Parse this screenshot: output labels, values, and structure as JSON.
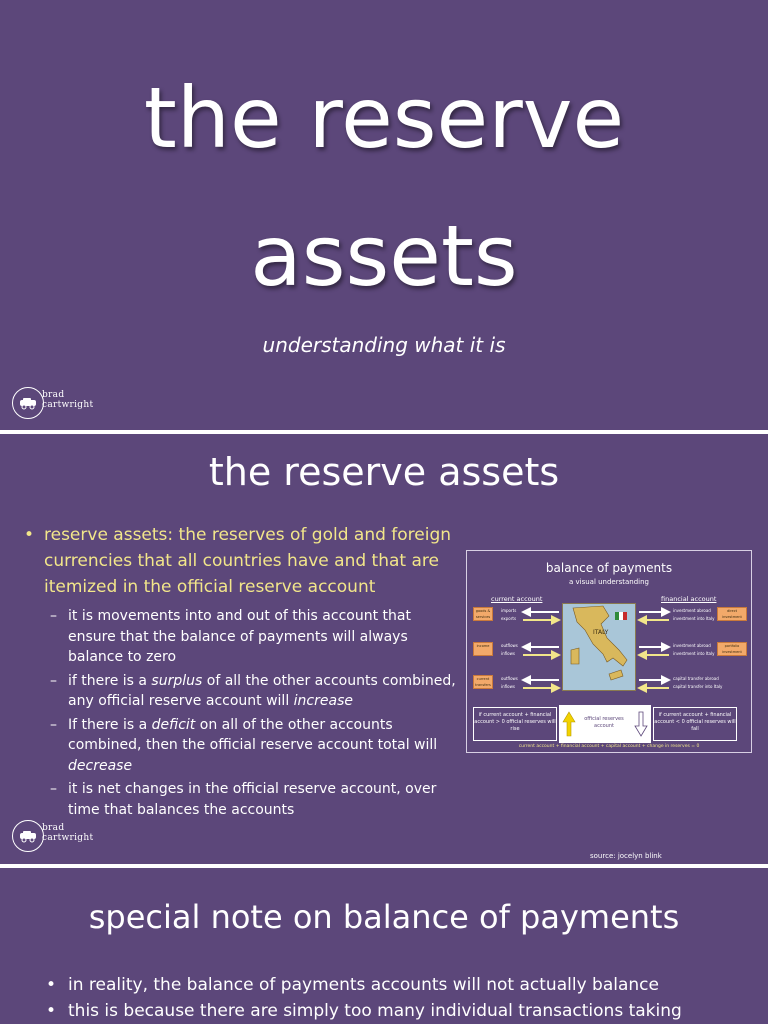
{
  "slide1": {
    "title_line1": "the reserve",
    "title_line2": "assets",
    "subtitle": "understanding what it is",
    "logo": {
      "line1": "brad",
      "line2": "cartwright"
    }
  },
  "slide2": {
    "title": "the reserve assets",
    "main_bullet": "reserve assets:  the reserves of gold and foreign currencies that all countries have and that are itemized in the official reserve account",
    "sub_bullets": [
      {
        "parts": [
          "it is movements into and out of this account that ensure that the balance of payments will always balance to zero"
        ]
      },
      {
        "before": "if there is a ",
        "em1": "surplus",
        "mid": " of all the other accounts combined, any official reserve account will ",
        "em2": "increase",
        "after": ""
      },
      {
        "before": "If there is a ",
        "em1": "deficit",
        "mid": " on all of the other accounts combined, then the official reserve account total will ",
        "em2": "decrease",
        "after": ""
      },
      {
        "parts": [
          "it is net changes in the official reserve account, over time that balances the accounts"
        ]
      }
    ],
    "diagram": {
      "title": "balance of payments",
      "subtitle": "a visual understanding",
      "left_header": "current account",
      "right_header": "financial account",
      "left_boxes": [
        "goods & services",
        "income",
        "current transfers"
      ],
      "left_labels": [
        [
          "imports",
          "exports"
        ],
        [
          "outflows",
          "inflows"
        ],
        [
          "outflows",
          "inflows"
        ]
      ],
      "right_boxes": [
        "direct investment",
        "portfolio investment",
        ""
      ],
      "right_labels": [
        [
          "investment abroad",
          "investment into Italy"
        ],
        [
          "investment abroad",
          "investment into Italy"
        ],
        [
          "capital transfer abroad",
          "capital transfer into Italy"
        ]
      ],
      "map_label": "ITALY",
      "lower_left": "if current account + financial account > 0 official reserves will rise",
      "lower_center": "official reserves account",
      "lower_right": "if current account + financial account < 0 official reserves will fall",
      "footer": "current account + financial account + capital account + change in reserves = 0"
    },
    "source": "source:  jocelyn blink",
    "logo": {
      "line1": "brad",
      "line2": "cartwright"
    }
  },
  "slide3": {
    "title": "special note on balance of payments",
    "bullets": [
      "in reality, the balance of payments accounts will not actually balance",
      "this is because there are simply too many individual transactions taking"
    ]
  },
  "colors": {
    "slide_bg": "#5c477a",
    "accent_yellow": "#f2e68a",
    "text": "#ffffff"
  }
}
